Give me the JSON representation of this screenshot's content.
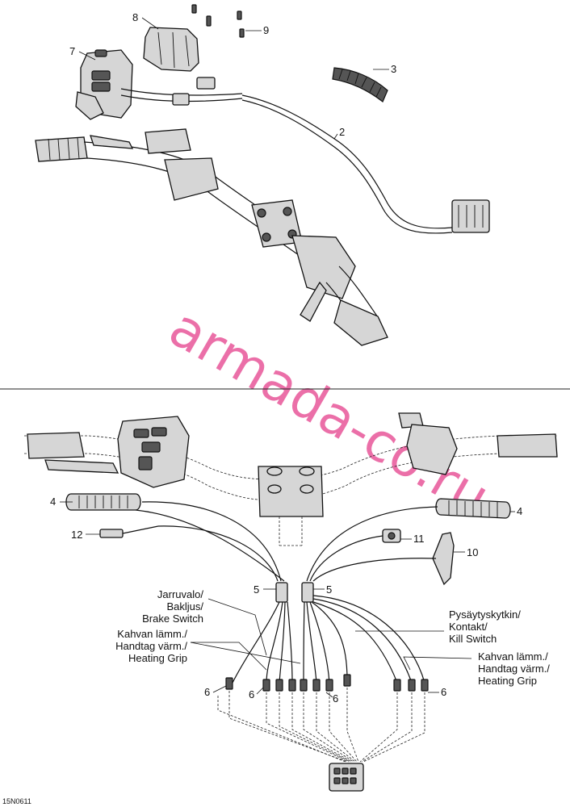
{
  "diagram": {
    "callouts": {
      "c1": "8",
      "c2": "9",
      "c3": "7",
      "c4": "3",
      "c5": "2",
      "c6": "4",
      "c7": "4",
      "c8": "12",
      "c9": "11",
      "c10": "10",
      "c11": "5",
      "c12": "5",
      "c13": "6",
      "c14": "6",
      "c15": "6",
      "c16": "6"
    },
    "wire_labels": {
      "brake": [
        "Jarruvalo/",
        "Bakljus/",
        "Brake Switch"
      ],
      "heat_left": [
        "Kahvan lämm./",
        "Handtag värm./",
        "Heating Grip"
      ],
      "kill": [
        "Pysäytyskytkin/",
        "Kontakt/",
        "Kill Switch"
      ],
      "heat_right": [
        "Kahvan lämm./",
        "Handtag värm./",
        "Heating Grip"
      ]
    },
    "watermark": "armada-co.ru",
    "figure_code": "15N0611"
  }
}
